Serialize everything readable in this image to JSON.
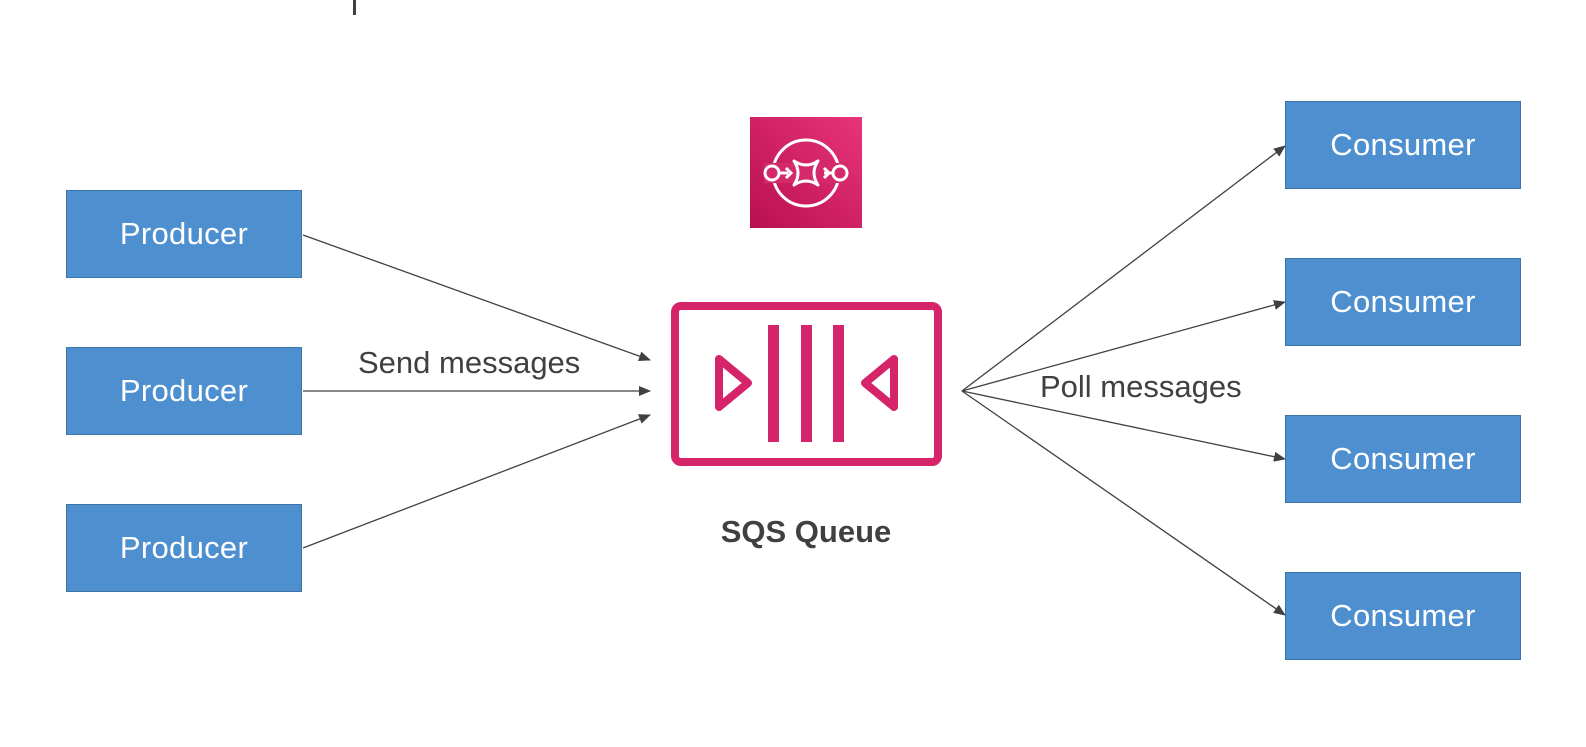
{
  "producers": [
    {
      "label": "Producer"
    },
    {
      "label": "Producer"
    },
    {
      "label": "Producer"
    }
  ],
  "consumers": [
    {
      "label": "Consumer"
    },
    {
      "label": "Consumer"
    },
    {
      "label": "Consumer"
    },
    {
      "label": "Consumer"
    }
  ],
  "edge_labels": {
    "send": "Send messages",
    "poll": "Poll messages"
  },
  "queue": {
    "title": "SQS Queue",
    "color": "#d6246b"
  },
  "icons": {
    "service_icon": "sqs-service-icon",
    "queue_icon": "queue-icon"
  },
  "colors": {
    "box_fill": "#4e8fd0",
    "box_border": "#3d73a8",
    "text": "#404040",
    "arrow": "#404040"
  }
}
